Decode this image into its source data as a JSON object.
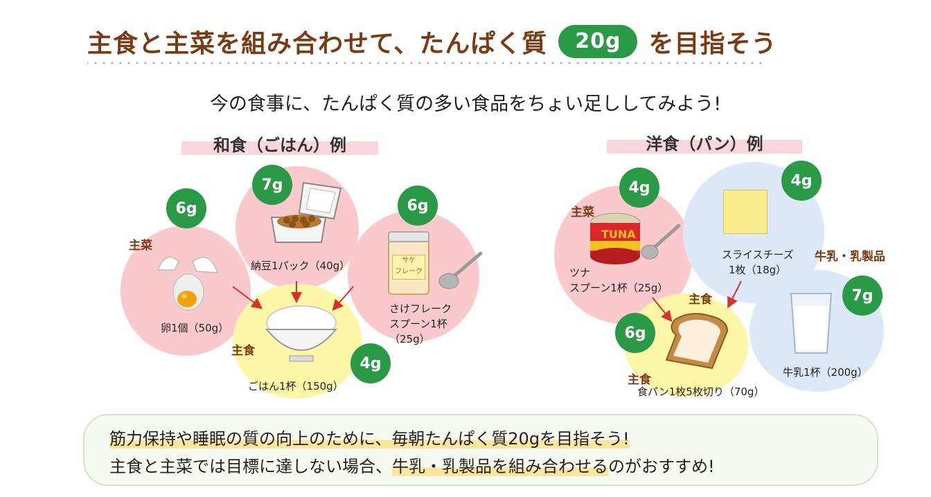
{
  "title": {
    "before": "主食と主菜を組み合わせて、たんぱく質",
    "amount": "20g",
    "after": "を目指そう"
  },
  "subtitle": "今の食事に、たんぱく質の多い食品をちょい足ししてみよう!",
  "washoku": {
    "label": "和食（ごはん）例",
    "egg": {
      "badge": "6g",
      "category": "主菜",
      "label": "卵1個（50g）"
    },
    "natto": {
      "badge": "7g",
      "label": "納豆1パック（40g）"
    },
    "salmon": {
      "badge": "6g",
      "label1": "さけフレーク",
      "label2": "スプーン1杯",
      "label3": "（25g）",
      "jar_text1": "サケ",
      "jar_text2": "フレーク"
    },
    "rice": {
      "badge": "4g",
      "category": "主食",
      "label": "ごはん1杯（150g）"
    }
  },
  "yoshoku": {
    "label": "洋食（パン）例",
    "tuna": {
      "badge": "4g",
      "category": "主菜",
      "label1": "ツナ",
      "label2": "スプーン1杯（25g）",
      "can_text": "TUNA"
    },
    "cheese": {
      "badge": "4g",
      "label1": "スライスチーズ",
      "label2": "1枚（18g）"
    },
    "dairy_category": "牛乳・乳製品",
    "milk": {
      "badge": "7g",
      "label": "牛乳1杯（200g）"
    },
    "bread": {
      "badge": "6g",
      "category_top": "主食",
      "category": "主食",
      "label": "食パン1枚5枚切り（70g）"
    }
  },
  "bottom": {
    "line1": "筋力保持や睡眠の質の向上のために、毎朝たんぱく質20gを目指そう!",
    "line2_before": "主食と主菜では目標に達しない場合、",
    "line2_highlight": "牛乳・乳製品を組み合わせる",
    "line2_after": "のがおすすめ!"
  },
  "colors": {
    "title": "#7a3b14",
    "badge": "#2a9a47",
    "pink": "#f9c9cd",
    "yellow": "#fdf6a6",
    "blue": "#dce8f7",
    "arrow": "#d9302b"
  }
}
